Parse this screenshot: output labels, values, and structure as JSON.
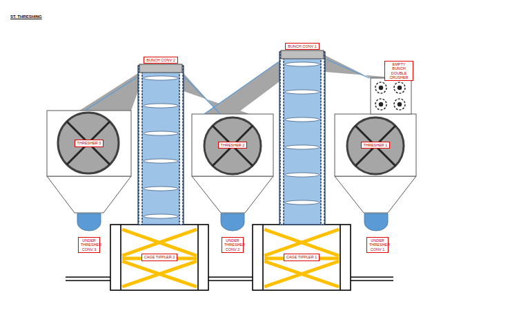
{
  "diagram": {
    "title": "ST. THRESHING",
    "nodes": [
      {
        "text": [
          "BUNCH CONV 2"
        ]
      },
      {
        "text": [
          "BUNCH CONV 1"
        ]
      },
      {
        "text": [
          "EMPTY BUNCH DOUBLE CRUSHER"
        ]
      },
      {
        "text": [
          "THRESHER 3"
        ]
      },
      {
        "text": [
          "THRESHER 2"
        ]
      },
      {
        "text": [
          "THRESHER 1"
        ]
      },
      {
        "text": [
          "UNDER THRESHER CONV 3"
        ]
      },
      {
        "text": [
          "CAGE TIPPLER 2"
        ]
      },
      {
        "text": [
          "UNDER THRESHER CONV 2"
        ]
      },
      {
        "text": [
          "CAGE TIPPLER 1"
        ]
      },
      {
        "text": [
          "UNDER THRESHER CONV 1"
        ]
      }
    ],
    "edges": [
      {
        "from": 0,
        "to": 3,
        "arrow": "none"
      },
      {
        "from": 0,
        "to": 4,
        "arrow": "none"
      },
      {
        "from": 1,
        "to": 4,
        "arrow": "none"
      },
      {
        "from": 1,
        "to": 2,
        "arrow": "none"
      }
    ]
  }
}
